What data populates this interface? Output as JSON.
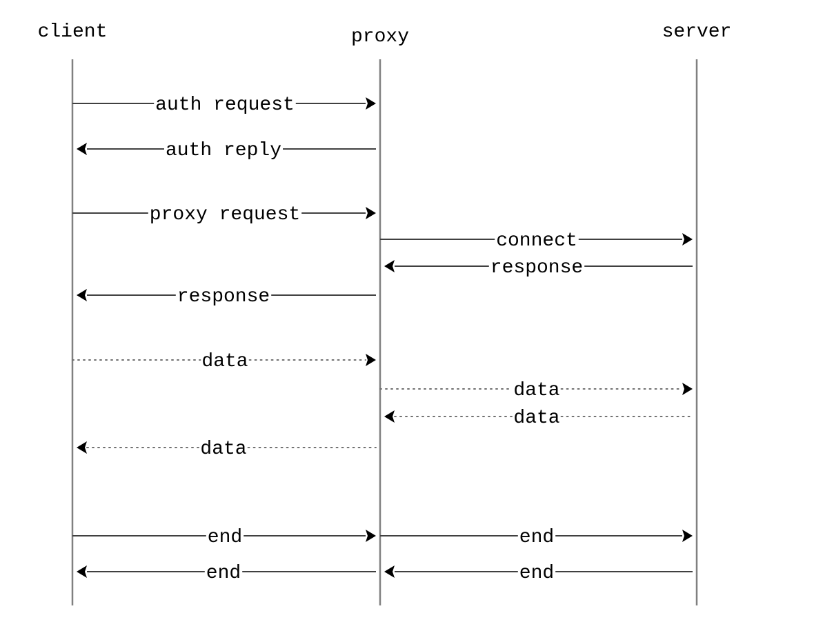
{
  "participants": [
    {
      "id": "client",
      "label": "client"
    },
    {
      "id": "proxy",
      "label": "proxy"
    },
    {
      "id": "server",
      "label": "server"
    }
  ],
  "messages": [
    {
      "from": "client",
      "to": "proxy",
      "label": "auth request",
      "style": "solid"
    },
    {
      "from": "proxy",
      "to": "client",
      "label": "auth reply",
      "style": "solid"
    },
    {
      "from": "client",
      "to": "proxy",
      "label": "proxy request",
      "style": "solid"
    },
    {
      "from": "proxy",
      "to": "server",
      "label": "connect",
      "style": "solid"
    },
    {
      "from": "server",
      "to": "proxy",
      "label": "response",
      "style": "solid"
    },
    {
      "from": "proxy",
      "to": "client",
      "label": "response",
      "style": "solid"
    },
    {
      "from": "client",
      "to": "proxy",
      "label": "data",
      "style": "dotted"
    },
    {
      "from": "proxy",
      "to": "server",
      "label": "data",
      "style": "dotted"
    },
    {
      "from": "server",
      "to": "proxy",
      "label": "data",
      "style": "dotted"
    },
    {
      "from": "proxy",
      "to": "client",
      "label": "data",
      "style": "dotted"
    },
    {
      "from": "client",
      "to": "proxy",
      "label": "end",
      "style": "solid"
    },
    {
      "from": "proxy",
      "to": "server",
      "label": "end",
      "style": "solid"
    },
    {
      "from": "proxy",
      "to": "client",
      "label": "end",
      "style": "solid"
    },
    {
      "from": "server",
      "to": "proxy",
      "label": "end",
      "style": "solid"
    }
  ]
}
